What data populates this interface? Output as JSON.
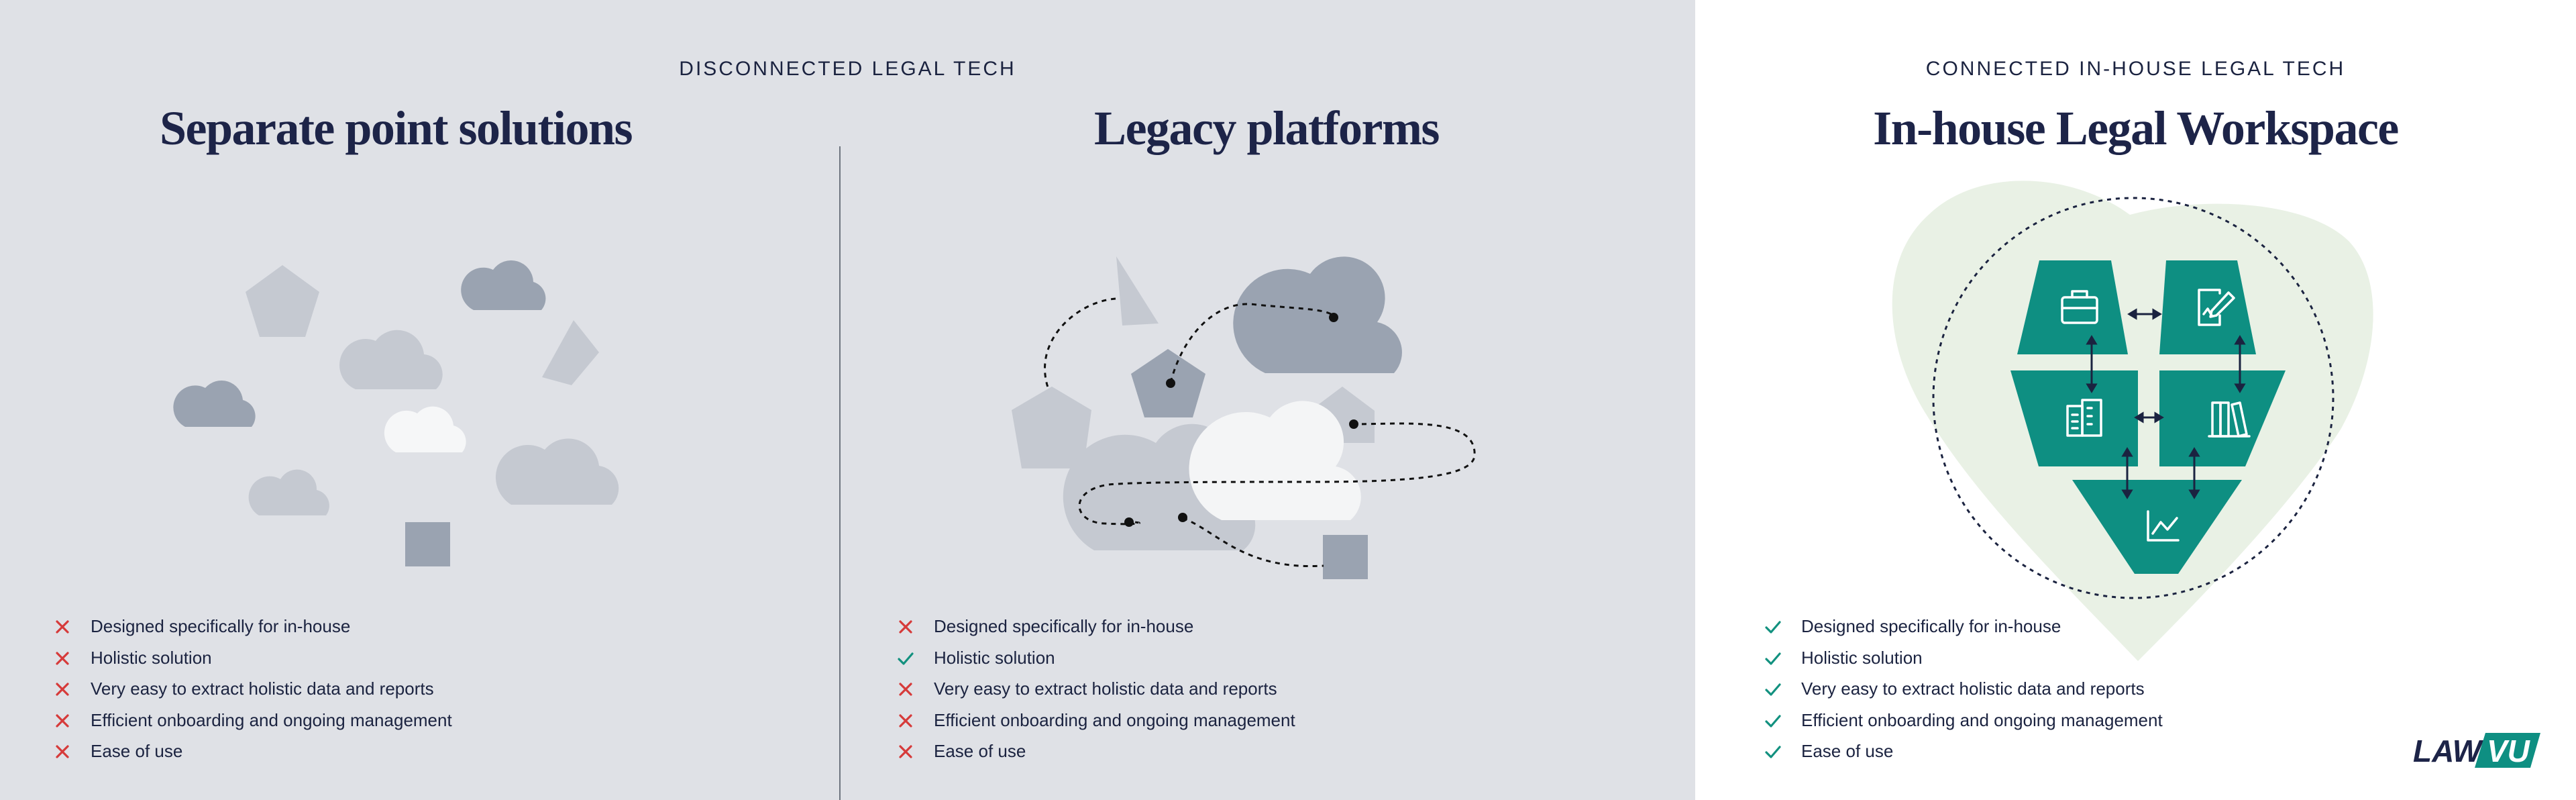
{
  "sections": [
    {
      "group_label": "DISCONNECTED LEGAL TECH",
      "title": "Separate point solutions",
      "features": [
        {
          "label": "Designed specifically for in-house",
          "status": "cross"
        },
        {
          "label": "Holistic solution",
          "status": "cross"
        },
        {
          "label": "Very easy to extract holistic data and reports",
          "status": "cross"
        },
        {
          "label": "Efficient onboarding and ongoing management",
          "status": "cross"
        },
        {
          "label": "Ease of use",
          "status": "cross"
        }
      ]
    },
    {
      "title": "Legacy platforms",
      "features": [
        {
          "label": "Designed specifically for in-house",
          "status": "cross"
        },
        {
          "label": "Holistic solution",
          "status": "check"
        },
        {
          "label": "Very easy to extract holistic data and reports",
          "status": "cross"
        },
        {
          "label": "Efficient onboarding and ongoing management",
          "status": "cross"
        },
        {
          "label": "Ease of use",
          "status": "cross"
        }
      ]
    },
    {
      "group_label": "CONNECTED IN-HOUSE LEGAL TECH",
      "title": "In-house Legal Workspace",
      "features": [
        {
          "label": "Designed specifically for in-house",
          "status": "check"
        },
        {
          "label": "Holistic solution",
          "status": "check"
        },
        {
          "label": "Very easy to extract holistic data and reports",
          "status": "check"
        },
        {
          "label": "Efficient onboarding and ongoing management",
          "status": "check"
        },
        {
          "label": "Ease of use",
          "status": "check"
        }
      ]
    }
  ],
  "workspace_icons": [
    "briefcase-icon",
    "document-sign-icon",
    "building-icon",
    "library-icon",
    "chart-icon"
  ],
  "brand": {
    "name": "LAWVU",
    "logo_left": "LAW",
    "logo_right": "VU"
  },
  "colors": {
    "grey_background": "#dfe1e6",
    "heading_navy": "#1d2448",
    "teal": "#0e8f82",
    "cross_red": "#d63a3a",
    "check_teal": "#12917f",
    "shape_light": "#c5c9d1",
    "shape_dark": "#9aa3b1",
    "heart_green": "#e9f1e5"
  }
}
